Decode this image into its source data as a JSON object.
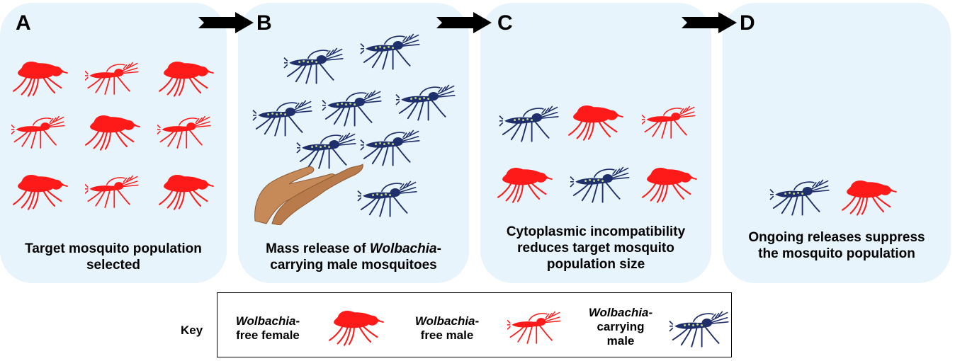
{
  "panels": [
    {
      "letter": "A",
      "caption_lines": [
        "Target mosquito population",
        "selected"
      ]
    },
    {
      "letter": "B",
      "caption_pre": "Mass release of ",
      "caption_italic": "Wolbachia",
      "caption_post": "-",
      "caption_line2": "carrying male mosquitoes"
    },
    {
      "letter": "C",
      "caption_lines": [
        "Cytoplasmic incompatibility",
        "reduces target mosquito",
        "population size"
      ]
    },
    {
      "letter": "D",
      "caption_lines": [
        "Ongoing releases suppress",
        "the mosquito population"
      ]
    }
  ],
  "key": {
    "label": "Key",
    "items": [
      {
        "italic": "Wolbachia",
        "dash": "-",
        "rest_lines": [
          "free female"
        ],
        "icon": "red-female-mosquito-icon"
      },
      {
        "italic": "Wolbachia",
        "dash": "-",
        "rest_lines": [
          "free male"
        ],
        "icon": "red-male-mosquito-icon"
      },
      {
        "italic": "Wolbachia",
        "dash": "-",
        "rest_lines": [
          "carrying",
          "male"
        ],
        "icon": "blue-male-mosquito-icon"
      }
    ]
  },
  "colors": {
    "panel_bg": "#e7f4fb",
    "wolbachia_free": "#ff1a1a",
    "wolbachia_carrying": "#1f2f6b",
    "hand": "#c68958",
    "arrow": "#000000"
  }
}
